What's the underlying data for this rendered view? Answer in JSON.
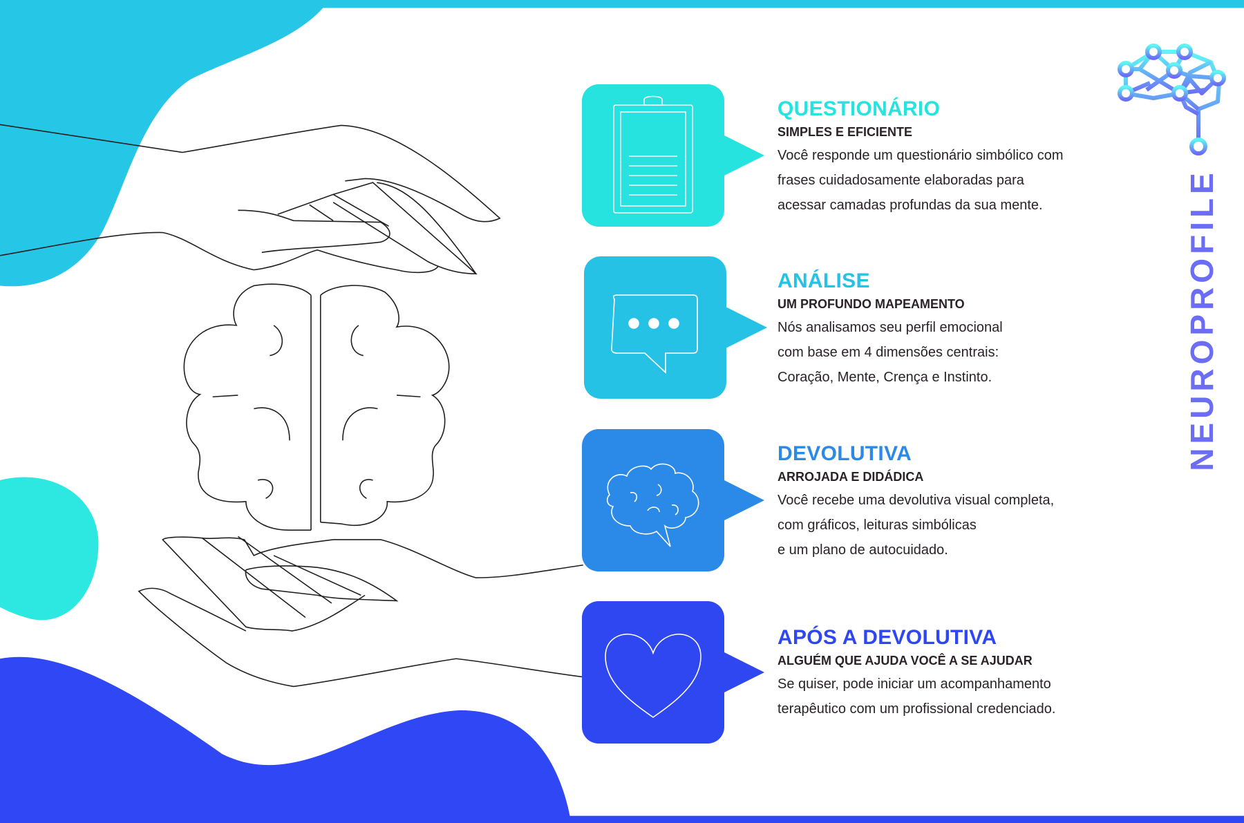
{
  "brand": {
    "name": "NEUROPROFILE"
  },
  "colors": {
    "cyan_top": "#26c6e6",
    "teal": "#26e3e0",
    "sky": "#26c2e6",
    "blue": "#2b8ae8",
    "royal": "#2f47f0",
    "brand_text": "#6b6ef5",
    "text": "#2a2228"
  },
  "sections": [
    {
      "icon": "clipboard-icon",
      "title": "QUESTIONÁRIO",
      "subtitle": "SIMPLES E EFICIENTE",
      "lines": [
        "Você responde um questionário simbólico com",
        "frases cuidadosamente elaboradas para",
        "acessar camadas profundas da sua mente."
      ]
    },
    {
      "icon": "chat-bubble-icon",
      "title": "ANÁLISE",
      "subtitle": "UM PROFUNDO MAPEAMENTO",
      "lines": [
        "Nós analisamos seu perfil emocional",
        "com base em 4 dimensões centrais:",
        "Coração, Mente, Crença e Instinto."
      ]
    },
    {
      "icon": "brain-speech-icon",
      "title": "DEVOLUTIVA",
      "subtitle": "ARROJADA E DIDÁDICA",
      "lines": [
        "Você recebe uma devolutiva visual completa,",
        "com gráficos, leituras simbólicas",
        "e um plano de autocuidado."
      ]
    },
    {
      "icon": "heart-icon",
      "title": "APÓS A DEVOLUTIVA",
      "subtitle": "ALGUÉM QUE AJUDA VOCÊ A SE AJUDAR",
      "lines": [
        "Se quiser, pode iniciar um acompanhamento",
        "terapêutico com um profissional credenciado."
      ]
    }
  ]
}
